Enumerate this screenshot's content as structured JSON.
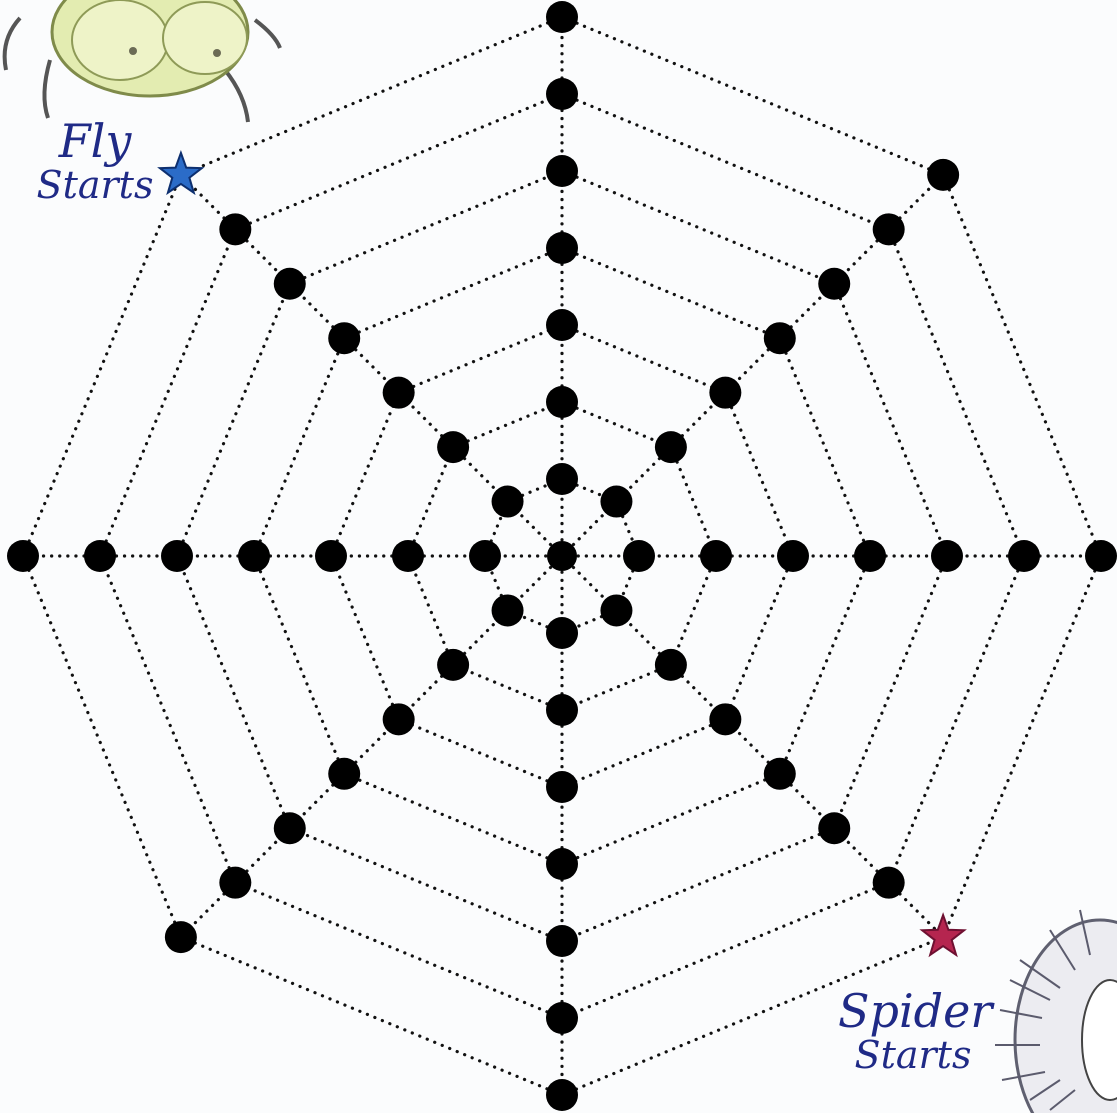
{
  "game": {
    "fly_start": {
      "line1": "Fly",
      "line2": "Starts",
      "marker_color": "#2b6cc8",
      "marker_icon": "star-icon"
    },
    "spider_start": {
      "line1": "Spider",
      "line2": "Starts",
      "marker_color": "#b5254f",
      "marker_icon": "star-icon"
    },
    "web": {
      "spokes": 8,
      "rings": 7,
      "node_color": "#000000",
      "thread_color": "#111111",
      "label_color": "#1f2a86"
    },
    "decorations": [
      "fly-illustration",
      "spider-illustration"
    ]
  }
}
